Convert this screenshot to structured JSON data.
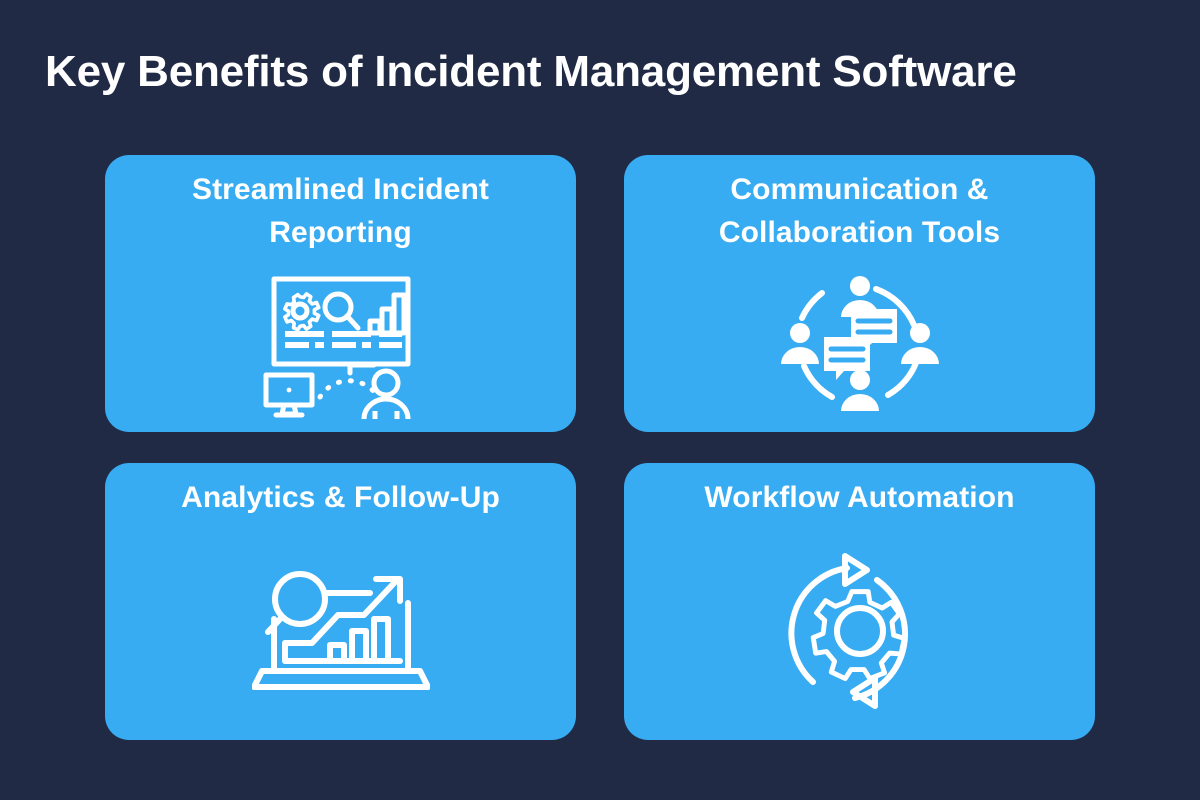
{
  "page": {
    "title": "Key Benefits of Incident Management Software",
    "background_color": "#212a45",
    "card_color": "#37acf2",
    "text_color": "#ffffff"
  },
  "cards": [
    {
      "title": "Streamlined Incident Reporting",
      "icon": "incident-report-dashboard-icon"
    },
    {
      "title": "Communication & Collaboration Tools",
      "icon": "team-chat-collaboration-icon"
    },
    {
      "title": "Analytics & Follow-Up",
      "icon": "laptop-growth-chart-magnifier-icon"
    },
    {
      "title": "Workflow Automation",
      "icon": "gear-refresh-cycle-icon"
    }
  ]
}
